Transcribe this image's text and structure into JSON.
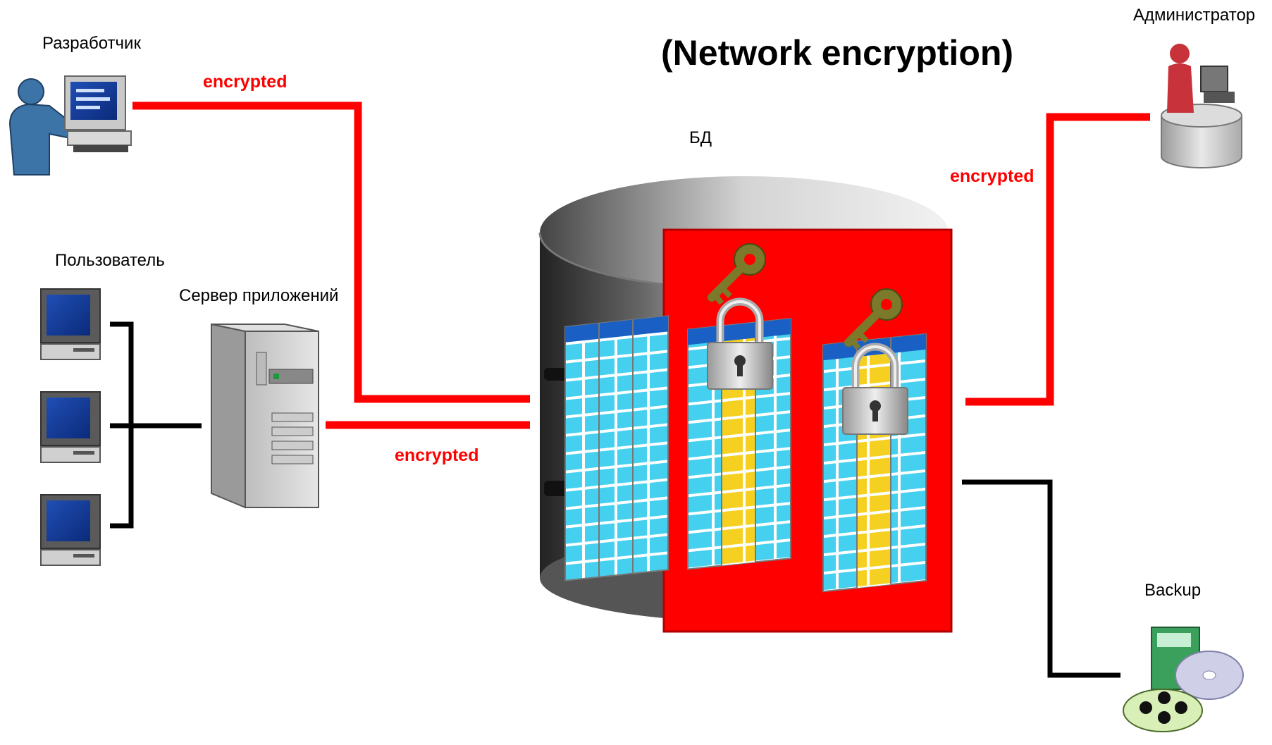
{
  "title": "(Network encryption)",
  "nodes": {
    "developer": "Разработчик",
    "users": "Пользователь",
    "app_server": "Сервер приложений",
    "database": "БД",
    "administrator": "Администратор",
    "backup": "Backup"
  },
  "links": {
    "developer_link": "encrypted",
    "app_server_link": "encrypted",
    "administrator_link": "encrypted"
  },
  "colors": {
    "encrypted_line": "#ff0000",
    "plain_line": "#000000",
    "encrypted_zone": "#ff0000",
    "table_cell": "#33ccee",
    "table_header": "#1a5fc4",
    "encrypted_column": "#f5d020",
    "key": "#7a7a2a"
  }
}
